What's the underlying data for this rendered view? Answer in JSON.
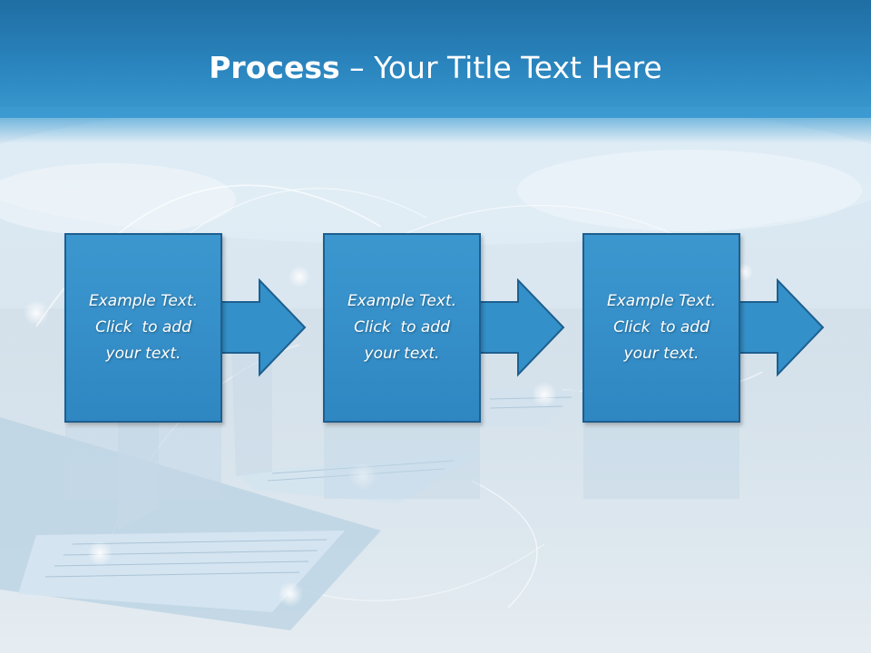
{
  "slide": {
    "title": {
      "bold": "Process",
      "rest": " – Your Title Text Here"
    },
    "steps": [
      {
        "lines": [
          "Example Text.",
          "Click  to add",
          "your text."
        ]
      },
      {
        "lines": [
          "Example Text.",
          "Click  to add",
          "your text."
        ]
      },
      {
        "lines": [
          "Example Text.",
          "Click  to add",
          "your text."
        ]
      }
    ]
  },
  "colors": {
    "header": "#2a84bd",
    "box_fill": "#3490c8",
    "box_border": "#1d5f8f",
    "text": "#ffffff"
  }
}
